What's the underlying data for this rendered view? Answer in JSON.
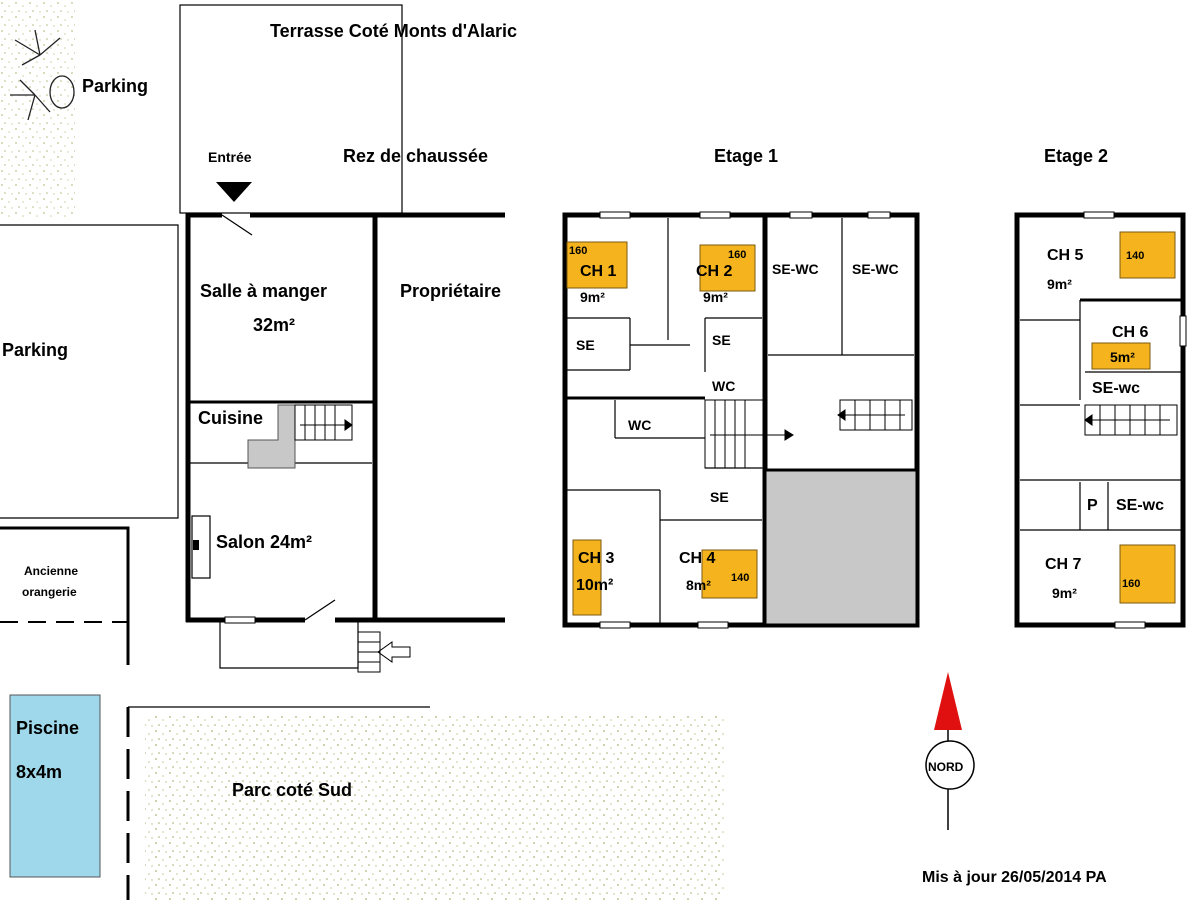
{
  "site": {
    "terrace": "Terrasse Coté Monts d'Alaric",
    "parking_top": "Parking",
    "parking_left": "Parking",
    "entrance": "Entrée",
    "orangery_line1": "Ancienne",
    "orangery_line2": "orangerie",
    "pool_name": "Piscine",
    "pool_size": "8x4m",
    "park": "Parc  coté Sud",
    "north": "NORD",
    "updated": "Mis à jour 26/05/2014  PA"
  },
  "ground_floor": {
    "title": "Rez de chaussée",
    "rooms": {
      "dining": "Salle à manger",
      "dining_area": "32m²",
      "owner": "Propriétaire",
      "kitchen": "Cuisine",
      "living": "Salon 24m²"
    }
  },
  "floor1": {
    "title": "Etage 1",
    "ch1": {
      "name": "CH 1",
      "area": "9m²",
      "bed": "160"
    },
    "ch2": {
      "name": "CH 2",
      "area": "9m²",
      "bed": "160"
    },
    "ch3": {
      "name": "CH 3",
      "area": "10m²"
    },
    "ch4": {
      "name": "CH 4",
      "area": "8m²",
      "bed": "140"
    },
    "se1": "SE",
    "se2": "SE",
    "se3": "SE",
    "wc1": "WC",
    "wc2": "WC",
    "sewc1": "SE-WC",
    "sewc2": "SE-WC"
  },
  "floor2": {
    "title": "Etage 2",
    "ch5": {
      "name": "CH 5",
      "area": "9m²",
      "bed": "140"
    },
    "ch6": {
      "name": "CH 6",
      "bed": "5m²"
    },
    "ch7": {
      "name": "CH 7",
      "area": "9m²",
      "bed": "160"
    },
    "sewc1": "SE-wc",
    "sewc2": "SE-wc",
    "p": "P"
  },
  "colors": {
    "bed": "#f5b41e",
    "pool": "#9fd8ea",
    "grass": "#9aa95a",
    "grey_area": "#c8c8c8",
    "north_arrow": "#e01010"
  }
}
